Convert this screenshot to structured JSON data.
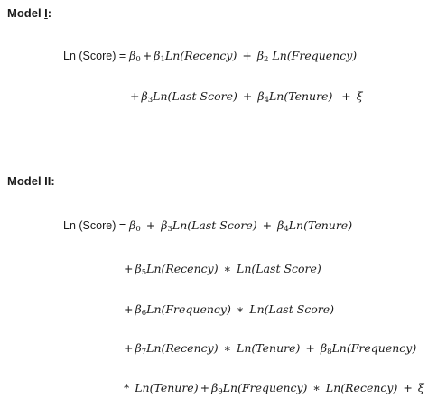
{
  "model_1": {
    "heading_prefix": "Model ",
    "heading_numeral": "I",
    "heading_suffix": ":",
    "lhs": "Ln (Score) =",
    "line1": {
      "b0": "β",
      "b0_sub": "0",
      "plus1": "+",
      "b1": "β",
      "b1_sub": "1",
      "t1": "Ln(Recency)",
      "plus2": "+",
      "b2": "β",
      "b2_sub": "2",
      "t2": "Ln(Frequency)"
    },
    "line2": {
      "plus0": "+",
      "b3": "β",
      "b3_sub": "3",
      "t3": "Ln(Last Score)",
      "plus1": "+",
      "b4": "β",
      "b4_sub": "4",
      "t4": "Ln(Tenure)",
      "plus2": "+",
      "err": "ξ"
    }
  },
  "model_2": {
    "heading": "Model II:",
    "lhs": "Ln (Score) =",
    "line1": {
      "b0": "β",
      "b0_sub": "0",
      "plus1": "+",
      "b3": "β",
      "b3_sub": "3",
      "t3": "Ln(Last Score)",
      "plus2": "+",
      "b4": "β",
      "b4_sub": "4",
      "t4": "Ln(Tenure)"
    },
    "line2": {
      "plus0": "+",
      "b5": "β",
      "b5_sub": "5",
      "t5": "Ln(Recency)",
      "times": "∗",
      "t5b": "Ln(Last Score)"
    },
    "line3": {
      "plus0": "+",
      "b6": "β",
      "b6_sub": "6",
      "t6": "Ln(Frequency)",
      "times": "∗",
      "t6b": "Ln(Last Score)"
    },
    "line4": {
      "plus0": "+",
      "b7": "β",
      "b7_sub": "7",
      "t7": "Ln(Recency)",
      "times": "∗",
      "t7b": "Ln(Tenure)",
      "plus1": "+",
      "b8": "β",
      "b8_sub": "8",
      "t8": "Ln(Frequency)"
    },
    "line5": {
      "times0": "*",
      "t8b": "Ln(Tenure)",
      "plus1": "+",
      "b9": "β",
      "b9_sub": "9",
      "t9": "Ln(Frequency)",
      "times": "∗",
      "t9b": "Ln(Recency)",
      "plus2": "+",
      "err": "ξ"
    }
  }
}
